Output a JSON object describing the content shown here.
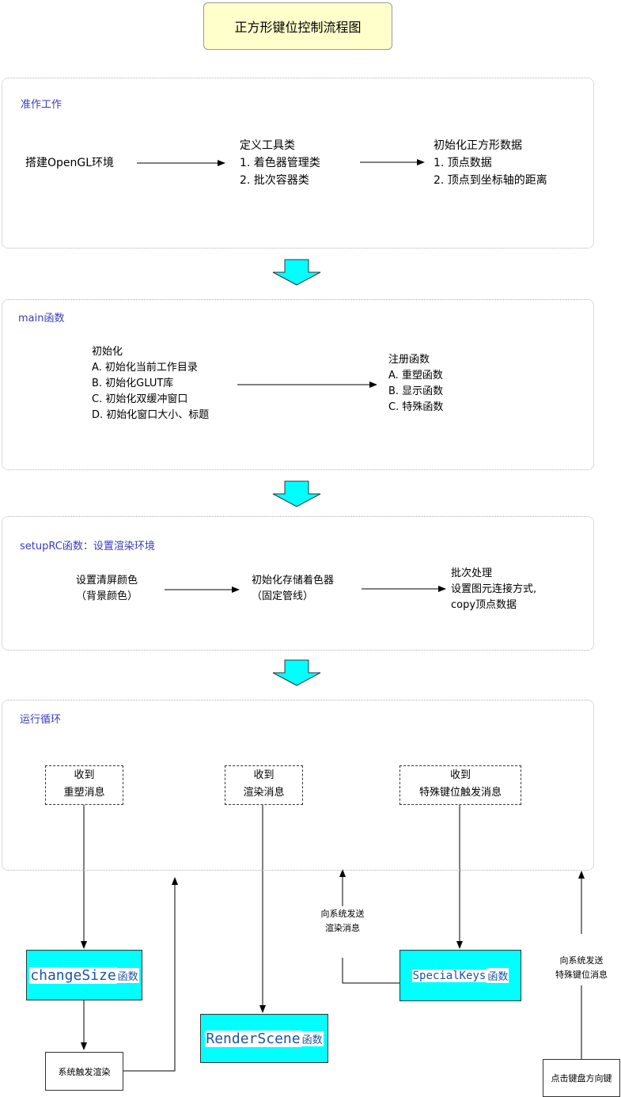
{
  "title": "正方形键位控制流程图",
  "sections": {
    "prep": {
      "label": "准作工作",
      "step1": "搭建OpenGL环境",
      "step2": [
        "定义工具类",
        "1. 着色器管理类",
        "2. 批次容器类"
      ],
      "step3": [
        "初始化正方形数据",
        "1.  顶点数据",
        "2. 顶点到坐标轴的距离"
      ]
    },
    "main": {
      "label": "main函数",
      "init": [
        "初始化",
        "A. 初始化当前工作目录",
        "B. 初始化GLUT库",
        "C. 初始化双缓冲窗口",
        "D. 初始化窗口大小、标题"
      ],
      "register": [
        "注册函数",
        "A. 重塑函数",
        "B. 显示函数",
        "C. 特殊函数"
      ]
    },
    "setup": {
      "label": "setupRC函数：设置渲染环境",
      "clear": [
        "设置清屏颜色",
        "（背景颜色）"
      ],
      "shader": [
        "初始化存储着色器",
        "（固定管线）"
      ],
      "batch": [
        "批次处理",
        "设置图元连接方式,",
        "copy顶点数据"
      ]
    },
    "loop": {
      "label": "运行循环",
      "recv1": [
        "收到",
        "重塑消息"
      ],
      "recv2": [
        "收到",
        "渲染消息"
      ],
      "recv3": [
        "收到",
        "特殊键位触发消息"
      ]
    }
  },
  "functions": {
    "change_size": "changeSize",
    "render_scene": "RenderScene",
    "special_keys": "SpecialKeys",
    "suffix": "函数"
  },
  "notes": {
    "system_trigger": "系统触发渲染",
    "send_render": [
      "向系统发送",
      "渲染消息"
    ],
    "send_special": [
      "向系统发送",
      "特殊键位消息"
    ],
    "click_arrow": "点击键盘方向键"
  },
  "colors": {
    "title_bg": "#ffffcc",
    "label": "#3b3bbf",
    "highlight": "#00ffff",
    "code": "#1a56a3"
  }
}
